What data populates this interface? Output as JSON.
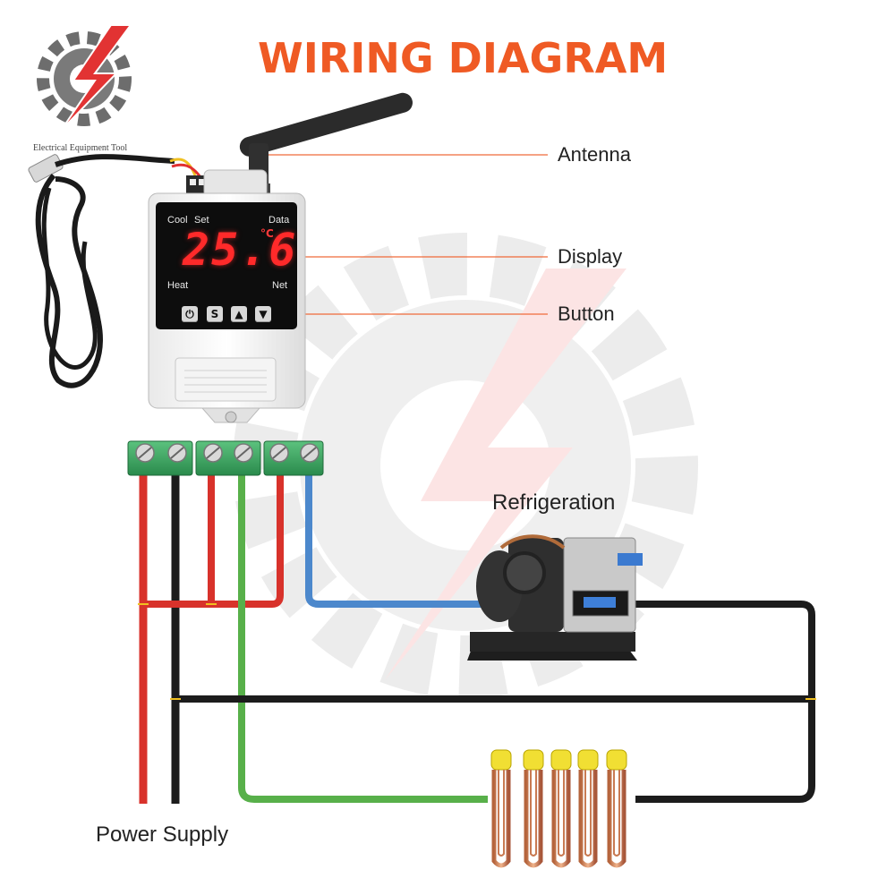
{
  "title": "WIRING DIAGRAM",
  "brand": {
    "text": "Electrical Equipment Tool",
    "icon": "gear-bolt-logo-icon"
  },
  "callouts": {
    "antenna": "Antenna",
    "display": "Display",
    "button": "Button"
  },
  "labels": {
    "refrigeration": "Refrigeration",
    "power_supply": "Power Supply"
  },
  "device": {
    "reading": "25.6",
    "unit": "°C",
    "indicators": {
      "cool": "Cool",
      "set": "Set",
      "data": "Data",
      "heat": "Heat",
      "net": "Net"
    },
    "buttons": [
      {
        "name": "power-button",
        "glyph": "⏻"
      },
      {
        "name": "set-button",
        "glyph": "S"
      },
      {
        "name": "up-button",
        "glyph": "▲"
      },
      {
        "name": "down-button",
        "glyph": "▼"
      }
    ]
  },
  "colors": {
    "title": "#ef5a24",
    "wire_red": "#d8322b",
    "wire_black": "#1c1c1c",
    "wire_green": "#58b04a",
    "wire_blue": "#4c88cc",
    "terminal": "#2f9a57",
    "display_digits": "#ff2a2a"
  }
}
